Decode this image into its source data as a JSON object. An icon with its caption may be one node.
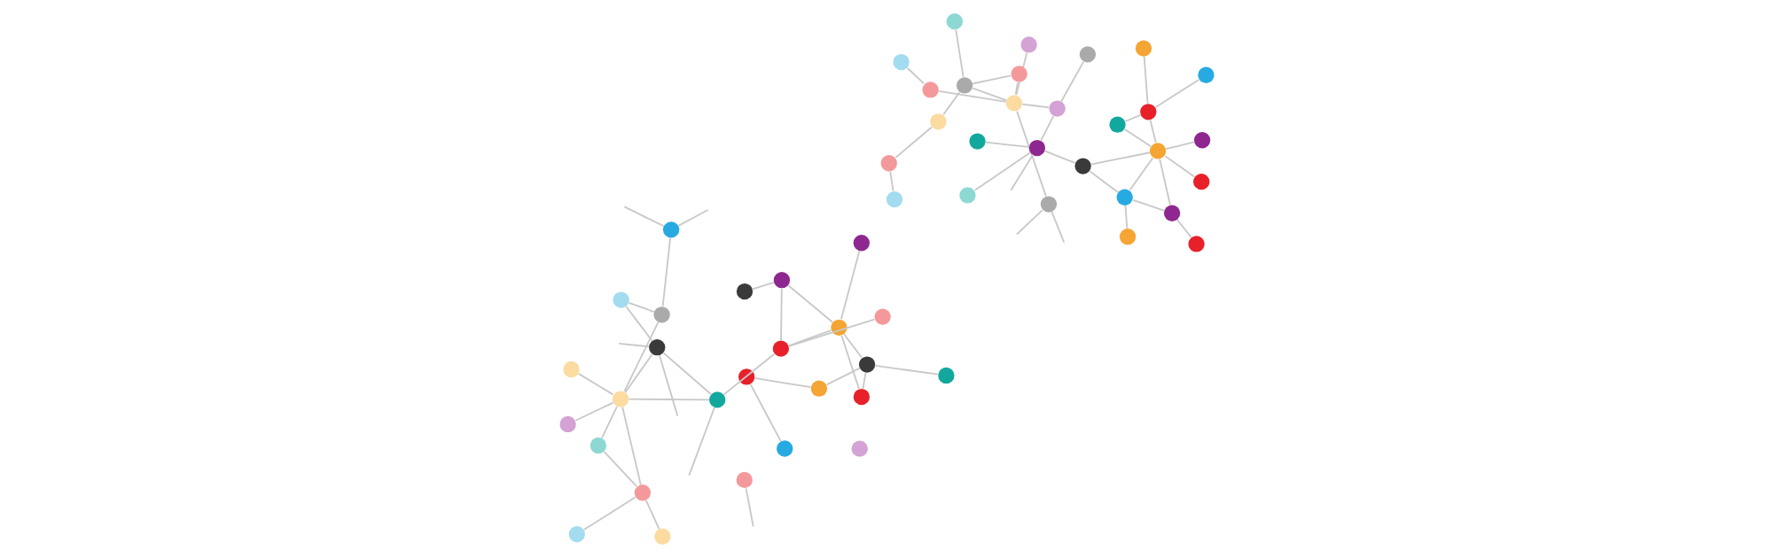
{
  "diagram": {
    "nodes": [
      {
        "text": [],
        "shape": "circle"
      },
      {
        "text": [],
        "shape": "circle"
      },
      {
        "text": [],
        "shape": "circle"
      },
      {
        "text": [],
        "shape": "circle"
      },
      {
        "text": [],
        "shape": "circle"
      },
      {
        "text": [],
        "shape": "circle"
      },
      {
        "text": [],
        "shape": "circle"
      },
      {
        "text": [],
        "shape": "circle"
      },
      {
        "text": [],
        "shape": "circle"
      },
      {
        "text": [],
        "shape": "circle"
      },
      {
        "text": [],
        "shape": "circle"
      },
      {
        "text": [],
        "shape": "circle"
      },
      {
        "text": [],
        "shape": "circle"
      },
      {
        "text": [],
        "shape": "circle"
      },
      {
        "text": [],
        "shape": "circle"
      },
      {
        "text": [],
        "shape": "circle"
      },
      {
        "text": [],
        "shape": "circle"
      },
      {
        "text": [],
        "shape": "circle"
      },
      {
        "text": [],
        "shape": "circle"
      },
      {
        "text": [],
        "shape": "circle"
      },
      {
        "text": [],
        "shape": "circle"
      },
      {
        "text": [],
        "shape": "circle"
      },
      {
        "text": [],
        "shape": "circle"
      },
      {
        "text": [],
        "shape": "circle"
      },
      {
        "text": [],
        "shape": "circle"
      },
      {
        "text": [],
        "shape": "circle"
      },
      {
        "text": [],
        "shape": "circle"
      },
      {
        "text": [],
        "shape": "circle"
      },
      {
        "text": [],
        "shape": "circle"
      },
      {
        "text": [],
        "shape": "circle"
      },
      {
        "text": [],
        "shape": "circle"
      },
      {
        "text": [],
        "shape": "circle"
      },
      {
        "text": [],
        "shape": "circle"
      },
      {
        "text": [],
        "shape": "circle"
      },
      {
        "text": [],
        "shape": "circle"
      },
      {
        "text": [],
        "shape": "circle"
      },
      {
        "text": [],
        "shape": "circle"
      },
      {
        "text": [],
        "shape": "circle"
      },
      {
        "text": [],
        "shape": "circle"
      },
      {
        "text": [],
        "shape": "circle"
      },
      {
        "text": [],
        "shape": "circle"
      },
      {
        "text": [],
        "shape": "circle"
      },
      {
        "text": [],
        "shape": "circle"
      },
      {
        "text": [],
        "shape": "circle"
      },
      {
        "text": [],
        "shape": "circle"
      },
      {
        "text": [],
        "shape": "circle"
      },
      {
        "text": [],
        "shape": "circle"
      },
      {
        "text": [],
        "shape": "circle"
      },
      {
        "text": [],
        "shape": "circle"
      },
      {
        "text": [],
        "shape": "circle"
      },
      {
        "text": [],
        "shape": "circle"
      },
      {
        "text": [],
        "shape": "circle"
      },
      {
        "text": [],
        "shape": "circle"
      },
      {
        "text": [],
        "shape": "circle"
      }
    ],
    "edges": [
      {
        "from": 0,
        "to": null,
        "arrow": "none"
      },
      {
        "from": 0,
        "to": null,
        "arrow": "none"
      },
      {
        "from": 0,
        "to": 13,
        "arrow": "none"
      },
      {
        "from": 1,
        "to": 11,
        "arrow": "none"
      },
      {
        "from": 11,
        "to": 15,
        "arrow": "none"
      },
      {
        "from": 2,
        "to": 5,
        "arrow": "none"
      },
      {
        "from": null,
        "to": 5,
        "arrow": "none"
      },
      {
        "from": 3,
        "to": 6,
        "arrow": "none"
      },
      {
        "from": 6,
        "to": 13,
        "arrow": "none"
      },
      {
        "from": 4,
        "to": 13,
        "arrow": "none"
      },
      {
        "from": 13,
        "to": 17,
        "arrow": "none"
      },
      {
        "from": 5,
        "to": 12,
        "arrow": "none"
      },
      {
        "from": 5,
        "to": 8,
        "arrow": "none"
      },
      {
        "from": 5,
        "to": 9,
        "arrow": "none"
      },
      {
        "from": 7,
        "to": 11,
        "arrow": "none"
      },
      {
        "from": 11,
        "to": 12,
        "arrow": "none"
      },
      {
        "from": 7,
        "to": 15,
        "arrow": "none"
      },
      {
        "from": 7,
        "to": 16,
        "arrow": "none"
      },
      {
        "from": 9,
        "to": 13,
        "arrow": "none"
      },
      {
        "from": 9,
        "to": 14,
        "arrow": "none"
      },
      {
        "from": 10,
        "to": 15,
        "arrow": "none"
      },
      {
        "from": 12,
        "to": 15,
        "arrow": "none"
      },
      {
        "from": 13,
        "to": 22,
        "arrow": "none"
      },
      {
        "from": 22,
        "to": 26,
        "arrow": "none"
      },
      {
        "from": 15,
        "to": 18,
        "arrow": "none"
      },
      {
        "from": 15,
        "to": 24,
        "arrow": "none"
      },
      {
        "from": 15,
        "to": 23,
        "arrow": "none"
      },
      {
        "from": 18,
        "to": 24,
        "arrow": "none"
      },
      {
        "from": 20,
        "to": 24,
        "arrow": "none"
      },
      {
        "from": 24,
        "to": 27,
        "arrow": "none"
      },
      {
        "from": 21,
        "to": 30,
        "arrow": "none"
      },
      {
        "from": 30,
        "to": 26,
        "arrow": "none"
      },
      {
        "from": 22,
        "to": 17,
        "arrow": "none"
      },
      {
        "from": 22,
        "to": 19,
        "arrow": "none"
      },
      {
        "from": 25,
        "to": 32,
        "arrow": "none"
      },
      {
        "from": 25,
        "to": 28,
        "arrow": "none"
      },
      {
        "from": 28,
        "to": 31,
        "arrow": "none"
      },
      {
        "from": 29,
        "to": 33,
        "arrow": "none"
      },
      {
        "from": 33,
        "to": 36,
        "arrow": "none"
      },
      {
        "from": 33,
        "to": 38,
        "arrow": "none"
      },
      {
        "from": 33,
        "to": 42,
        "arrow": "none"
      },
      {
        "from": 31,
        "to": 40,
        "arrow": "none"
      },
      {
        "from": 31,
        "to": 35,
        "arrow": "none"
      },
      {
        "from": 31,
        "to": 37,
        "arrow": "none"
      },
      {
        "from": 34,
        "to": 42,
        "arrow": "none"
      },
      {
        "from": 37,
        "to": 40,
        "arrow": "none"
      },
      {
        "from": 38,
        "to": 42,
        "arrow": "none"
      },
      {
        "from": 39,
        "to": 46,
        "arrow": "none"
      },
      {
        "from": 40,
        "to": 45,
        "arrow": "none"
      },
      {
        "from": 40,
        "to": 46,
        "arrow": "none"
      },
      {
        "from": 40,
        "to": 44,
        "arrow": "none"
      },
      {
        "from": 44,
        "to": 50,
        "arrow": "none"
      },
      {
        "from": 41,
        "to": null,
        "arrow": "none"
      },
      {
        "from": 42,
        "to": 43,
        "arrow": "none"
      },
      {
        "from": 42,
        "to": 53,
        "arrow": "none"
      },
      {
        "from": 42,
        "to": 49,
        "arrow": "none"
      },
      {
        "from": 42,
        "to": 47,
        "arrow": "none"
      },
      {
        "from": 47,
        "to": 51,
        "arrow": "none"
      },
      {
        "from": 43,
        "to": 49,
        "arrow": "none"
      },
      {
        "from": 43,
        "to": 44,
        "arrow": "none"
      },
      {
        "from": 43,
        "to": null,
        "arrow": "none"
      },
      {
        "from": 49,
        "to": null,
        "arrow": "none"
      },
      {
        "from": 44,
        "to": 46,
        "arrow": "none"
      },
      {
        "from": 49,
        "to": 48,
        "arrow": "none"
      },
      {
        "from": 48,
        "to": 47,
        "arrow": "none"
      },
      {
        "from": 49,
        "to": null,
        "arrow": "none"
      },
      {
        "from": 51,
        "to": null,
        "arrow": "none"
      },
      {
        "from": 51,
        "to": null,
        "arrow": "none"
      }
    ]
  }
}
